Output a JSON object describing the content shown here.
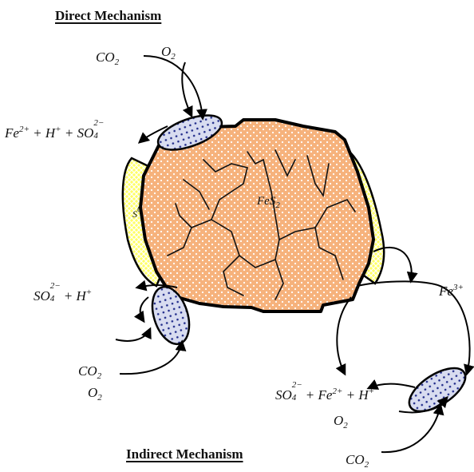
{
  "headings": {
    "direct": "Direct Mechanism",
    "indirect": "Indirect Mechanism"
  },
  "labels": {
    "pyrite": {
      "base": "FeS",
      "sub": "2"
    },
    "sulfur": {
      "base": "S",
      "sup": "0"
    },
    "direct_o2": {
      "base": "O",
      "sub": "2"
    },
    "direct_co2": {
      "base": "CO",
      "sub": "2"
    },
    "direct_products": {
      "fe": "Fe",
      "fe_charge": "2+",
      "plus1": " + ",
      "h": "H",
      "h_charge": "+",
      "plus2": " + ",
      "so": "SO",
      "so_sub": "4",
      "so_charge": "2−"
    },
    "left_products": {
      "so": "SO",
      "so_sub": "4",
      "so_charge": "2−",
      "plus": " + ",
      "h": "H",
      "h_charge": "+"
    },
    "left_co2": {
      "base": "CO",
      "sub": "2"
    },
    "left_o2": {
      "base": "O",
      "sub": "2"
    },
    "fe3": {
      "base": "Fe",
      "sup": "3+"
    },
    "bottom_products": {
      "so": "SO",
      "so_sub": "4",
      "so_charge": "2−",
      "plus1": " + ",
      "fe": "Fe",
      "fe_charge": "2+",
      "plus2": " + ",
      "h": "H",
      "h_charge": "+"
    },
    "bottom_o2": {
      "base": "O",
      "sub": "2"
    },
    "bottom_co2": {
      "base": "CO",
      "sub": "2"
    }
  },
  "colors": {
    "pyrite_fill": "#f6b27c",
    "pyrite_pattern": "#ffffff",
    "sulfur_fill": "#ffff66",
    "cell_fill": "#d8dcf0",
    "cell_dots": "#1f2a8a",
    "line": "#000000"
  }
}
